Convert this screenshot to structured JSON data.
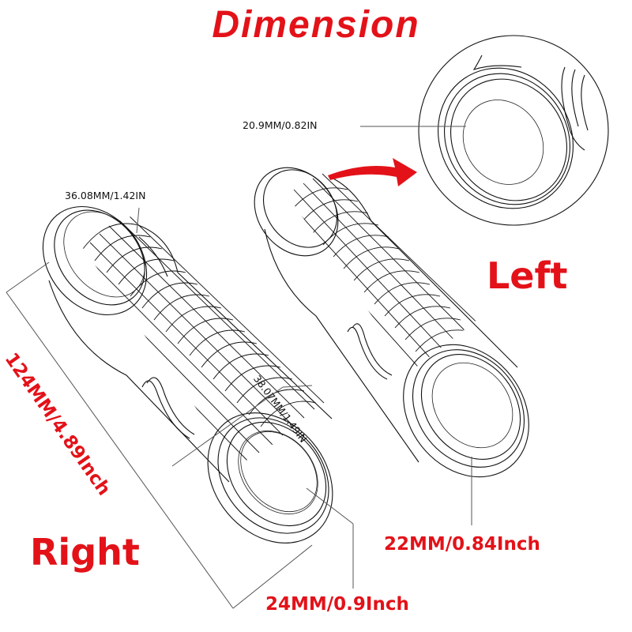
{
  "title": "Dimension",
  "colors": {
    "accent_red": "#e31219",
    "line_black": "#111111",
    "background": "#ffffff"
  },
  "labels": {
    "left_grip": "Left",
    "right_grip": "Right"
  },
  "dimensions": {
    "inner_bore_left_closeup": "20.9MM/0.82IN",
    "end_diameter_top": "36.08MM/1.42IN",
    "end_diameter_bottom": "38.07MM/1.49IN",
    "total_length": "124MM/4.89Inch",
    "inner_diameter_left": "22MM/0.84Inch",
    "inner_diameter_right": "24MM/0.9Inch"
  },
  "icons": {
    "arrow": "red-curved-arrow-icon",
    "grip_left": "handlebar-grip-left-drawing",
    "grip_right": "handlebar-grip-right-drawing",
    "closeup": "grip-end-closeup-circle"
  }
}
